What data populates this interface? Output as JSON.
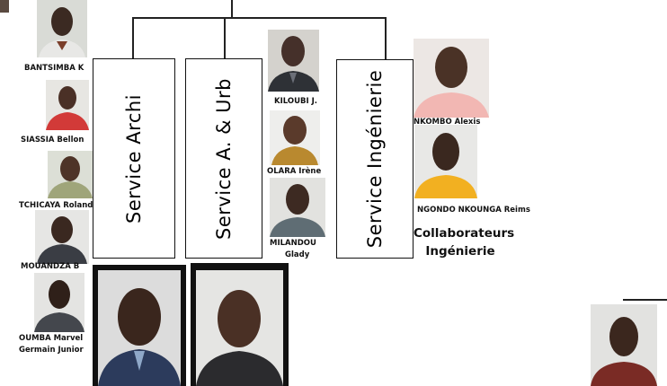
{
  "services": [
    {
      "id": "archi",
      "label": "Service Archi"
    },
    {
      "id": "aurb",
      "label": "Service A. & Urb"
    },
    {
      "id": "ing",
      "label": "Service Ingénierie"
    }
  ],
  "people": {
    "bantsimba": "BANTSIMBA K",
    "siassia": "SIASSIA Bellon",
    "tchicaya": "TCHICAYA Roland",
    "mouandza": "MOUANDZA B",
    "oumba_line1": "OUMBA Marvel",
    "oumba_line2": "Germain Junior",
    "kiloubi": "KILOUBI J.",
    "olara": "OLARA Irène",
    "milandou_line1": "MILANDOU",
    "milandou_line2": "Glady",
    "nkombo": "NKOMBO Alexis",
    "ngondo": "NGONDO NKOUNGA Reims"
  },
  "collaborators": {
    "line1": "Collaborateurs",
    "line2": "Ingénierie"
  },
  "colors": {
    "line": "#222222",
    "frame": "#111111"
  }
}
